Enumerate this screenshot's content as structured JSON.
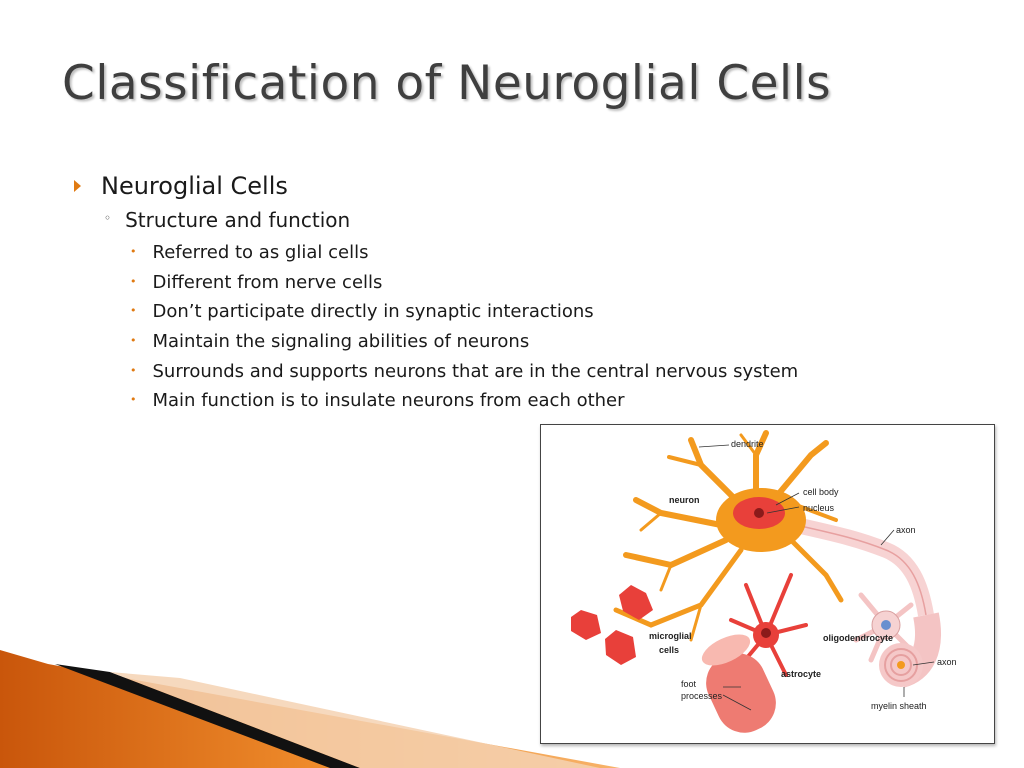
{
  "slide": {
    "title": "Classification of Neuroglial Cells",
    "level1": "Neuroglial Cells",
    "level2": "Structure and function",
    "level3": [
      "Referred to as glial cells",
      "Different from nerve cells",
      "Don’t participate directly in synaptic interactions",
      "Maintain the signaling abilities of neurons",
      "Surrounds and supports neurons that are in the central nervous system",
      "Main function is to insulate neurons from each other"
    ]
  },
  "figure": {
    "labels": {
      "dendrite": "dendrite",
      "neuron": "neuron",
      "cell_body": "cell body",
      "nucleus": "nucleus",
      "axon_top": "axon",
      "microglial_1": "microglial",
      "microglial_2": "cells",
      "oligodendrocyte": "oligodendrocyte",
      "axon_right": "axon",
      "astrocyte": "astrocyte",
      "foot_1": "foot",
      "foot_2": "processes",
      "myelin_sheath": "myelin sheath"
    }
  },
  "colors": {
    "accent": "#e07a12",
    "title": "#3f3f3f",
    "neuron": "#f39a1e",
    "glia": "#e8403a"
  }
}
